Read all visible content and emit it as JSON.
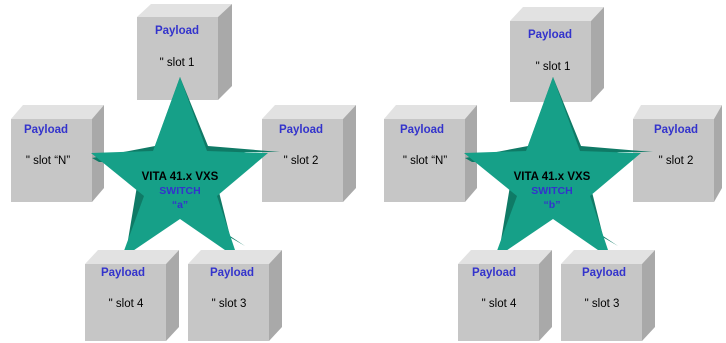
{
  "colors": {
    "payload_title": "#3333cc",
    "switch_label": "#3333cc",
    "star_face": "#16a088",
    "star_shade": "#0f7a66",
    "box_front": "#c6c6c6",
    "box_side": "#a9a9a9",
    "box_top": "#e2e2e2"
  },
  "diagrams": [
    {
      "hub": {
        "line1": "VITA 41.x VXS",
        "line2": "SWITCH",
        "line3": "“a”"
      },
      "boxes": [
        {
          "title": "Payload",
          "slot": "\" slot 1"
        },
        {
          "title": "Payload",
          "slot": "\" slot 2"
        },
        {
          "title": "Payload",
          "slot": "\" slot 3"
        },
        {
          "title": "Payload",
          "slot": "\" slot 4"
        },
        {
          "title": "Payload",
          "slot": "\" slot “N”"
        }
      ]
    },
    {
      "hub": {
        "line1": "VITA 41.x VXS",
        "line2": "SWITCH",
        "line3": "“b”"
      },
      "boxes": [
        {
          "title": "Payload",
          "slot": "\" slot 1"
        },
        {
          "title": "Payload",
          "slot": "\" slot 2"
        },
        {
          "title": "Payload",
          "slot": "\" slot 3"
        },
        {
          "title": "Payload",
          "slot": "\" slot 4"
        },
        {
          "title": "Payload",
          "slot": "\" slot “N”"
        }
      ]
    }
  ]
}
